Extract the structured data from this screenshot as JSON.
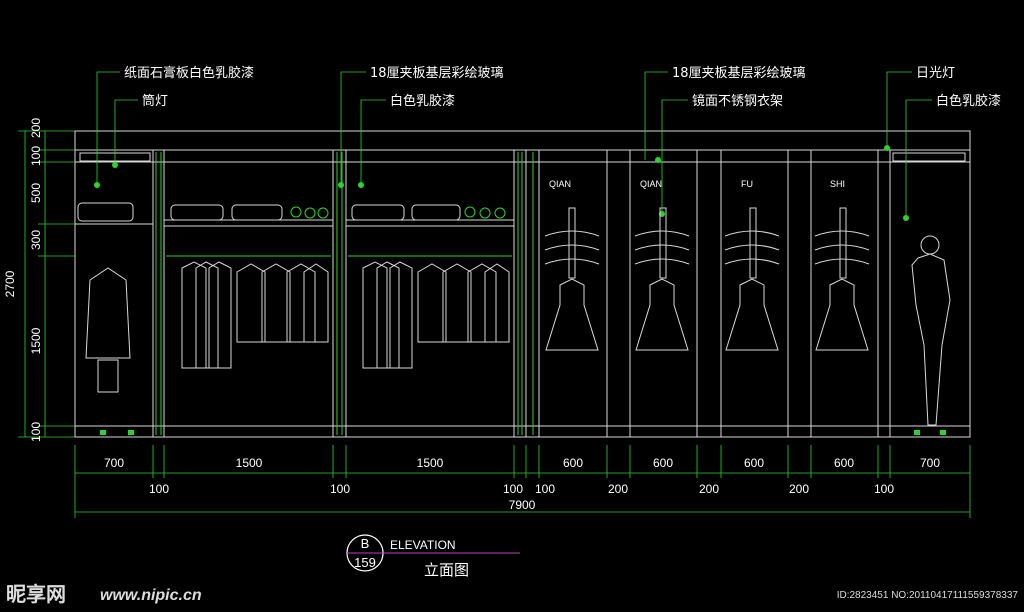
{
  "callouts_top": [
    "纸面石膏板白色乳胶漆",
    "18厘夹板基层彩绘玻璃",
    "18厘夹板基层彩绘玻璃",
    "日光灯"
  ],
  "callouts_second": [
    "筒灯",
    "白色乳胶漆",
    "镜面不锈钢衣架",
    "白色乳胶漆"
  ],
  "vertical_dims": [
    "200",
    "100",
    "500",
    "300",
    "1500",
    "100"
  ],
  "vertical_total": "2700",
  "horizontal_dims": [
    "700",
    "1500",
    "1500",
    "600",
    "600",
    "600",
    "600",
    "700"
  ],
  "horizontal_gaps": [
    "100",
    "100",
    "100",
    "100",
    "200",
    "200",
    "200",
    "100"
  ],
  "horizontal_total": "7900",
  "panel_tags": [
    "QIAN",
    "QIAN",
    "FU",
    "SHI"
  ],
  "title_block": {
    "letter": "B",
    "number": "159",
    "heading": "ELEVATION",
    "subtitle": "立面图"
  },
  "watermark": {
    "brand": "昵享网",
    "url": "www.nipic.cn",
    "id_text": "ID:2823451 NO:20110417111559378337"
  },
  "colors": {
    "background": "#000000",
    "line": "#d8d8d8",
    "accent": "#2fd12f",
    "text": "#ffffff"
  }
}
